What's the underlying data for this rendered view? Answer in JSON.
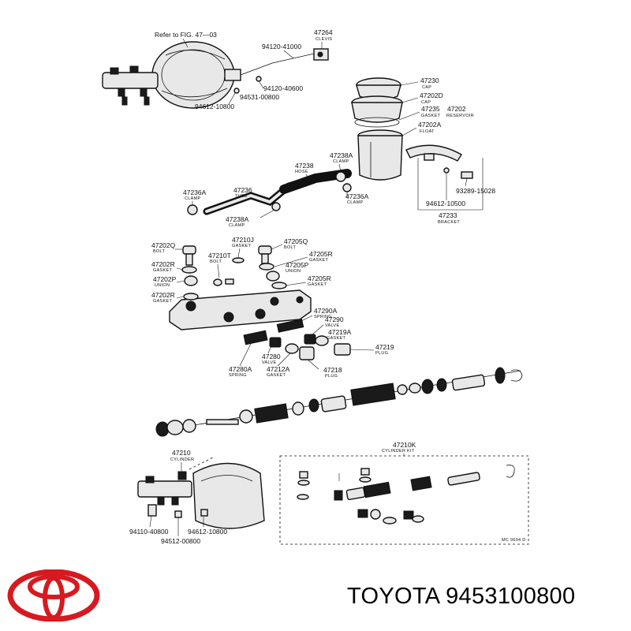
{
  "diagram": {
    "ref_note": "Refer to FIG. 47—03",
    "code": "MC 9604 D",
    "kit_label": {
      "num": "47210K",
      "cap": "CYLINDER KIT"
    },
    "parts": [
      {
        "id": "p47264",
        "num": "47264",
        "cap": "CLEVIS"
      },
      {
        "id": "p94120a",
        "num": "94120-41000",
        "cap": ""
      },
      {
        "id": "p94120b",
        "num": "94120-40600",
        "cap": ""
      },
      {
        "id": "p94531",
        "num": "94531-00800",
        "cap": ""
      },
      {
        "id": "p94612a",
        "num": "94612-10800",
        "cap": ""
      },
      {
        "id": "p47230",
        "num": "47230",
        "cap": "CAP"
      },
      {
        "id": "p47202D",
        "num": "47202D",
        "cap": "CAP"
      },
      {
        "id": "p47235",
        "num": "47235",
        "cap": "GASKET"
      },
      {
        "id": "p47202",
        "num": "47202",
        "cap": "RESERVOIR"
      },
      {
        "id": "p47202A",
        "num": "47202A",
        "cap": "FLOAT"
      },
      {
        "id": "p47238A1",
        "num": "47238A",
        "cap": "CLAMP"
      },
      {
        "id": "p47238",
        "num": "47238",
        "cap": "HOSE"
      },
      {
        "id": "p47236A1",
        "num": "47236A",
        "cap": "CLAMP"
      },
      {
        "id": "p47236",
        "num": "47236",
        "cap": "TUBE"
      },
      {
        "id": "p47238A2",
        "num": "47238A",
        "cap": "CLAMP"
      },
      {
        "id": "p47236A2",
        "num": "47236A",
        "cap": "CLAMP"
      },
      {
        "id": "p93289",
        "num": "93289-15028",
        "cap": ""
      },
      {
        "id": "p94612b",
        "num": "94612-10500",
        "cap": ""
      },
      {
        "id": "p47233",
        "num": "47233",
        "cap": "BRACKET"
      },
      {
        "id": "p47202Q",
        "num": "47202Q",
        "cap": "BOLT"
      },
      {
        "id": "p47210J",
        "num": "47210J",
        "cap": "GASKET"
      },
      {
        "id": "p47205Q",
        "num": "47205Q",
        "cap": "BOLT"
      },
      {
        "id": "p47202R1",
        "num": "47202R",
        "cap": "GASKET"
      },
      {
        "id": "p47210T",
        "num": "47210T",
        "cap": "BOLT"
      },
      {
        "id": "p47205R1",
        "num": "47205R",
        "cap": "GASKET"
      },
      {
        "id": "p47205P",
        "num": "47205P",
        "cap": "UNION"
      },
      {
        "id": "p47202P",
        "num": "47202P",
        "cap": "UNION"
      },
      {
        "id": "p47205R2",
        "num": "47205R",
        "cap": "GASKET"
      },
      {
        "id": "p47202R2",
        "num": "47202R",
        "cap": "GASKET"
      },
      {
        "id": "p47290A",
        "num": "47290A",
        "cap": "SPRING"
      },
      {
        "id": "p47290",
        "num": "47290",
        "cap": "VALVE"
      },
      {
        "id": "p47219A",
        "num": "47219A",
        "cap": "GASKET"
      },
      {
        "id": "p47219",
        "num": "47219",
        "cap": "PLUG"
      },
      {
        "id": "p47280",
        "num": "47280",
        "cap": "VALVE"
      },
      {
        "id": "p47280A",
        "num": "47280A",
        "cap": "SPRING"
      },
      {
        "id": "p47212A",
        "num": "47212A",
        "cap": "GASKET"
      },
      {
        "id": "p47218",
        "num": "47218",
        "cap": "PLUG"
      },
      {
        "id": "p47210",
        "num": "47210",
        "cap": "CYLINDER"
      },
      {
        "id": "p94110",
        "num": "94110-40800",
        "cap": ""
      },
      {
        "id": "p94612c",
        "num": "94612-10800",
        "cap": ""
      },
      {
        "id": "p94512",
        "num": "94512-00800",
        "cap": ""
      }
    ]
  },
  "footer": {
    "brand": "TOYOTA",
    "part_number": "9453100800",
    "logo_icon": "toyota-logo-icon",
    "logo_color": "#d71920"
  }
}
